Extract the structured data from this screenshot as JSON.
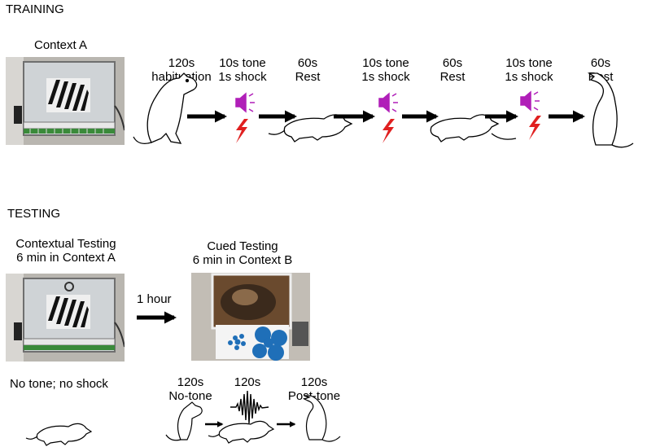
{
  "training": {
    "heading": "TRAINING",
    "context_label": "Context A",
    "steps": [
      {
        "line1": "120s",
        "line2": "habituation"
      },
      {
        "line1": "10s tone",
        "line2": "1s shock"
      },
      {
        "line1": "60s",
        "line2": "Rest"
      },
      {
        "line1": "10s tone",
        "line2": "1s shock"
      },
      {
        "line1": "60s",
        "line2": "Rest"
      },
      {
        "line1": "10s tone",
        "line2": "1s shock"
      },
      {
        "line1": "60s",
        "line2": "Rest"
      }
    ]
  },
  "testing": {
    "heading": "TESTING",
    "contextual": {
      "line1": "Contextual Testing",
      "line2": "6 min in Context A",
      "note": "No tone; no shock"
    },
    "interval": "1 hour",
    "cued": {
      "line1": "Cued Testing",
      "line2": "6 min in Context B"
    },
    "cued_steps": [
      {
        "line1": "120s",
        "line2": "No-tone"
      },
      {
        "line1": "120s",
        "line2": ""
      },
      {
        "line1": "120s",
        "line2": "Post-tone"
      }
    ]
  },
  "colors": {
    "speaker": "#b01fb8",
    "shock": "#e02020",
    "arrow": "#000000",
    "context_b_dots": "#1f6fb8"
  }
}
